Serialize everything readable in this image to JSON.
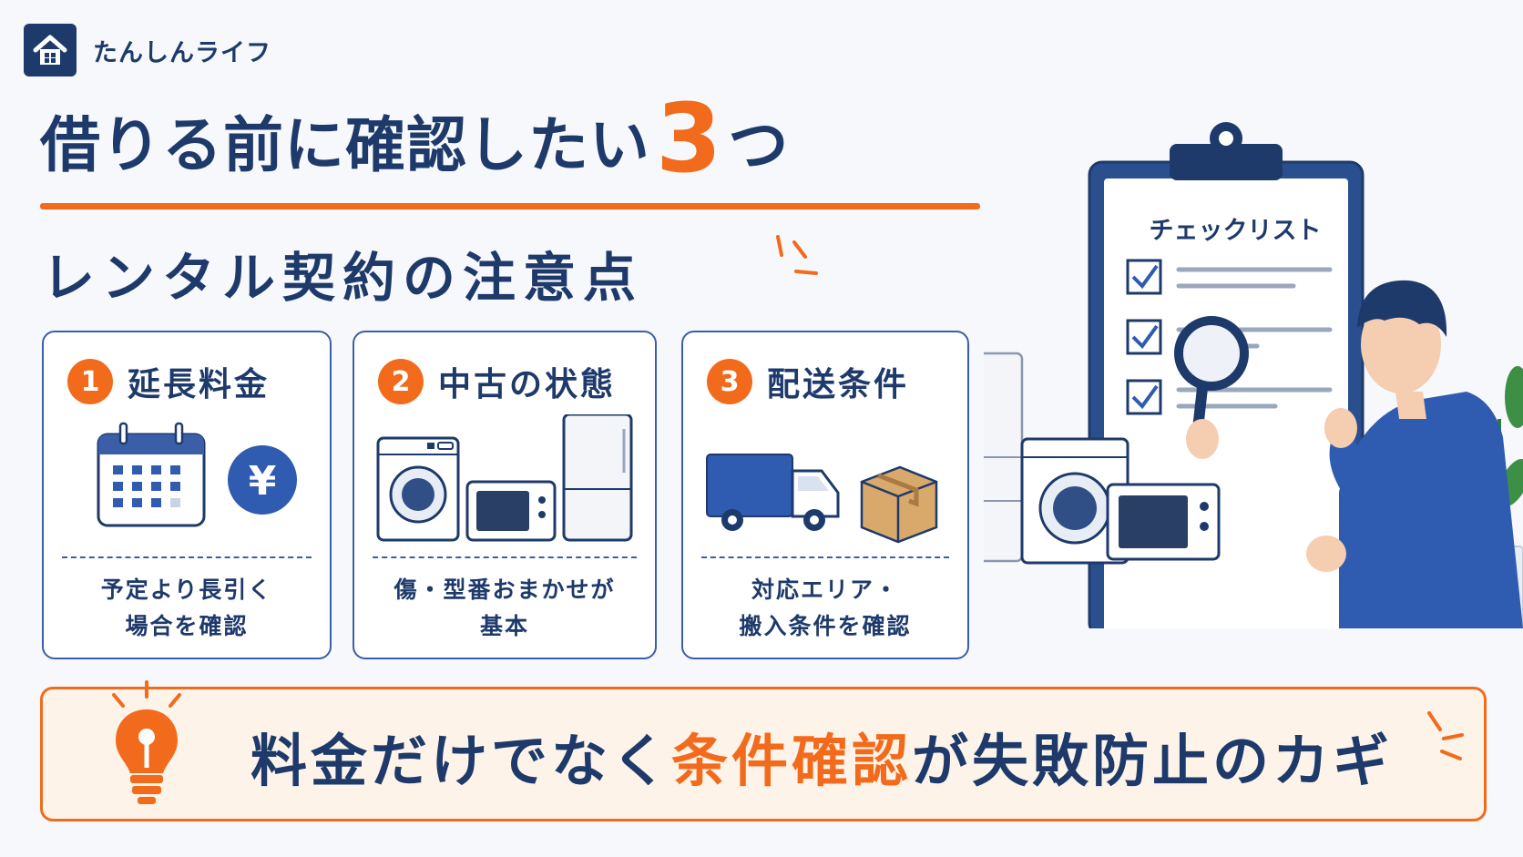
{
  "brand": {
    "name": "たんしんライフ",
    "icon": "house-icon"
  },
  "heading": {
    "title_pre": "借りる前に確認したい",
    "title_number": "3",
    "title_post": "つ",
    "subtitle": "レンタル契約の注意点"
  },
  "cards": [
    {
      "number": "1",
      "title": "延長料金",
      "desc_line1": "予定より長引く",
      "desc_line2": "場合を確認",
      "icons": [
        "calendar-icon",
        "yen-icon"
      ]
    },
    {
      "number": "2",
      "title": "中古の状態",
      "desc_line1": "傷・型番おまかせが",
      "desc_line2": "基本",
      "icons": [
        "washing-machine-icon",
        "microwave-icon",
        "refrigerator-icon"
      ]
    },
    {
      "number": "3",
      "title": "配送条件",
      "desc_line1": "対応エリア・",
      "desc_line2": "搬入条件を確認",
      "icons": [
        "truck-icon",
        "box-icon"
      ]
    }
  ],
  "checklist": {
    "title": "チェックリスト",
    "items_checked": 3
  },
  "banner": {
    "pre": "料金だけでなく",
    "highlight": "条件確認",
    "post": "が失敗防止のカギ",
    "icon": "lightbulb-icon"
  },
  "colors": {
    "navy": "#1e3a6b",
    "orange": "#f26b1d",
    "blue": "#3a5fa8",
    "banner_bg": "#fdf3e8"
  }
}
